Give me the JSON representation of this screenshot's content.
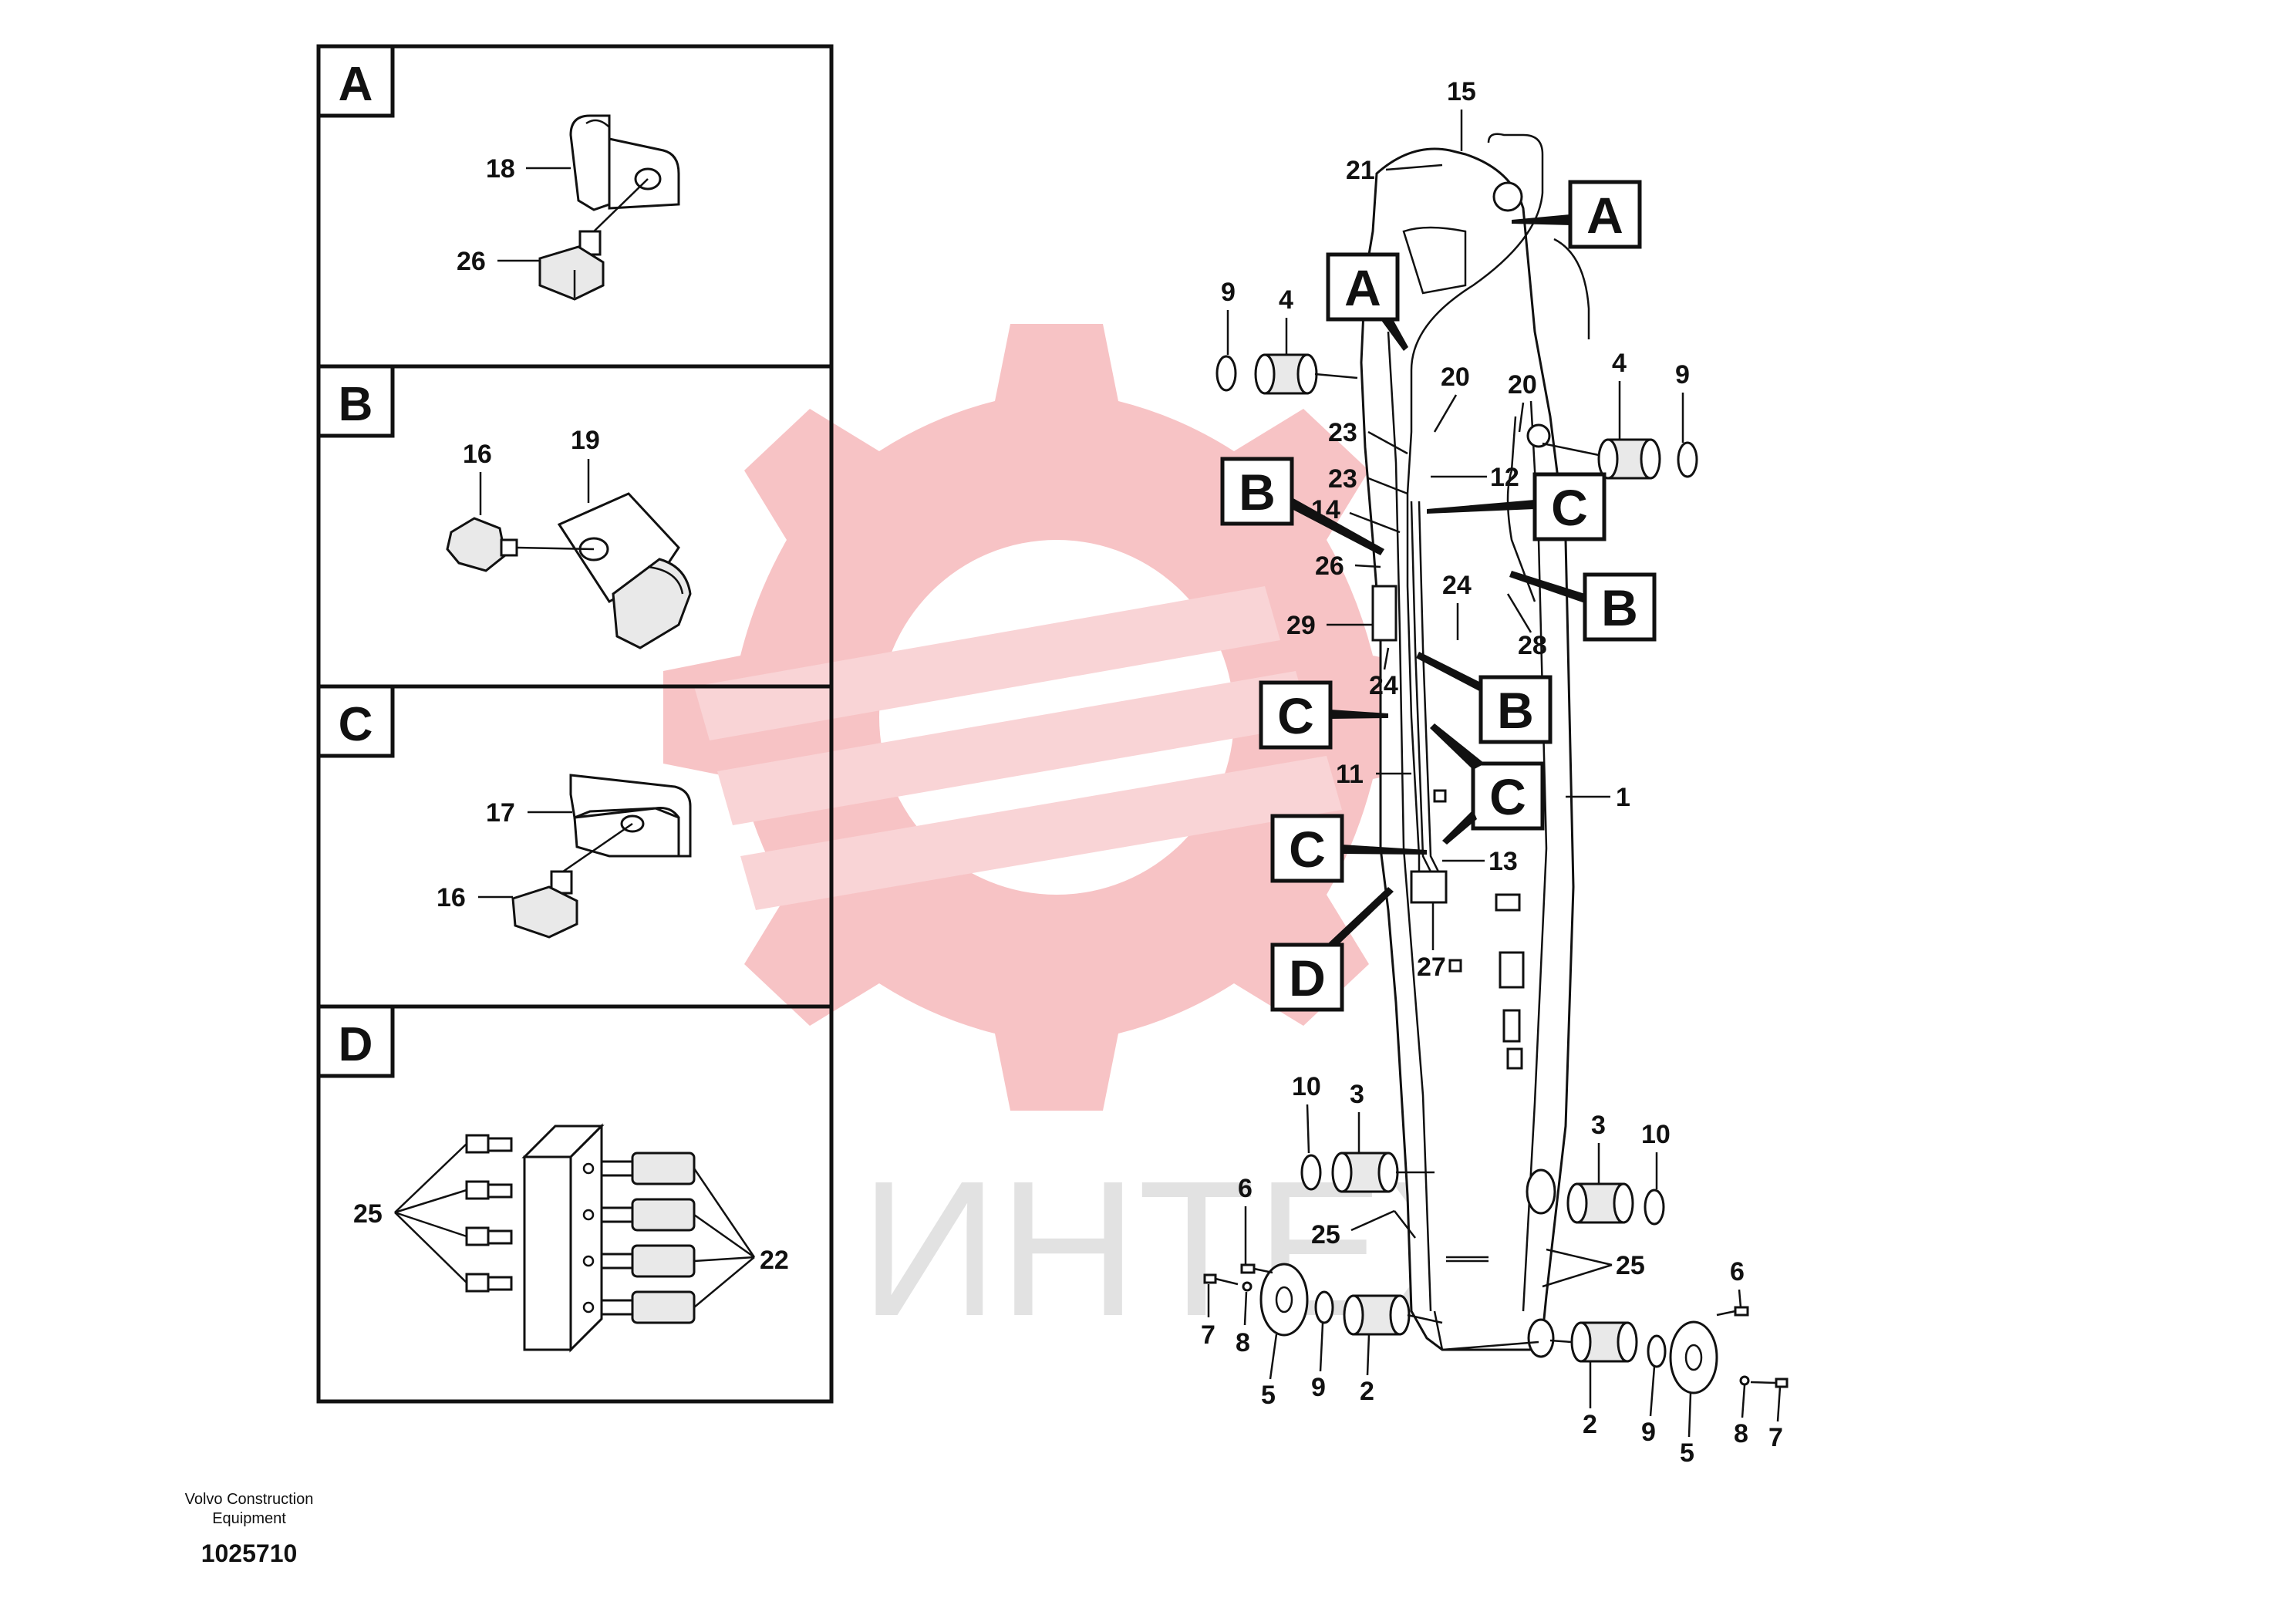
{
  "watermark": {
    "text": "ИНТЕХ",
    "color": "#f6b9bb"
  },
  "footer": {
    "company_line1": "Volvo Construction",
    "company_line2": "Equipment",
    "drawing_number": "1025710"
  },
  "detail_panels": [
    {
      "letter": "A",
      "callouts": [
        "18",
        "26"
      ]
    },
    {
      "letter": "B",
      "callouts": [
        "16",
        "19"
      ]
    },
    {
      "letter": "C",
      "callouts": [
        "17",
        "16"
      ]
    },
    {
      "letter": "D",
      "callouts": [
        "25",
        "22"
      ]
    }
  ],
  "main_view": {
    "section_markers": [
      "A",
      "A",
      "B",
      "B",
      "B",
      "C",
      "C",
      "C",
      "C",
      "D"
    ],
    "callouts": [
      "15",
      "21",
      "9",
      "4",
      "20",
      "20",
      "4",
      "9",
      "23",
      "23",
      "12",
      "14",
      "26",
      "24",
      "28",
      "29",
      "24",
      "11",
      "1",
      "13",
      "27",
      "10",
      "3",
      "3",
      "10",
      "6",
      "25",
      "25",
      "6",
      "7",
      "8",
      "5",
      "9",
      "2",
      "2",
      "9",
      "5",
      "8",
      "7"
    ]
  }
}
